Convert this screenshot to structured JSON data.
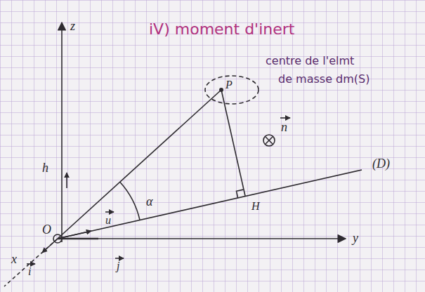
{
  "diagram": {
    "title": "iV) moment d'inert",
    "labels": [
      "z",
      "h",
      "x",
      "i",
      "O",
      "y",
      "u",
      "α",
      "P",
      "centre de l'elmt",
      "de masse dm(S)",
      "n",
      "(D)",
      "H",
      "j"
    ]
  }
}
